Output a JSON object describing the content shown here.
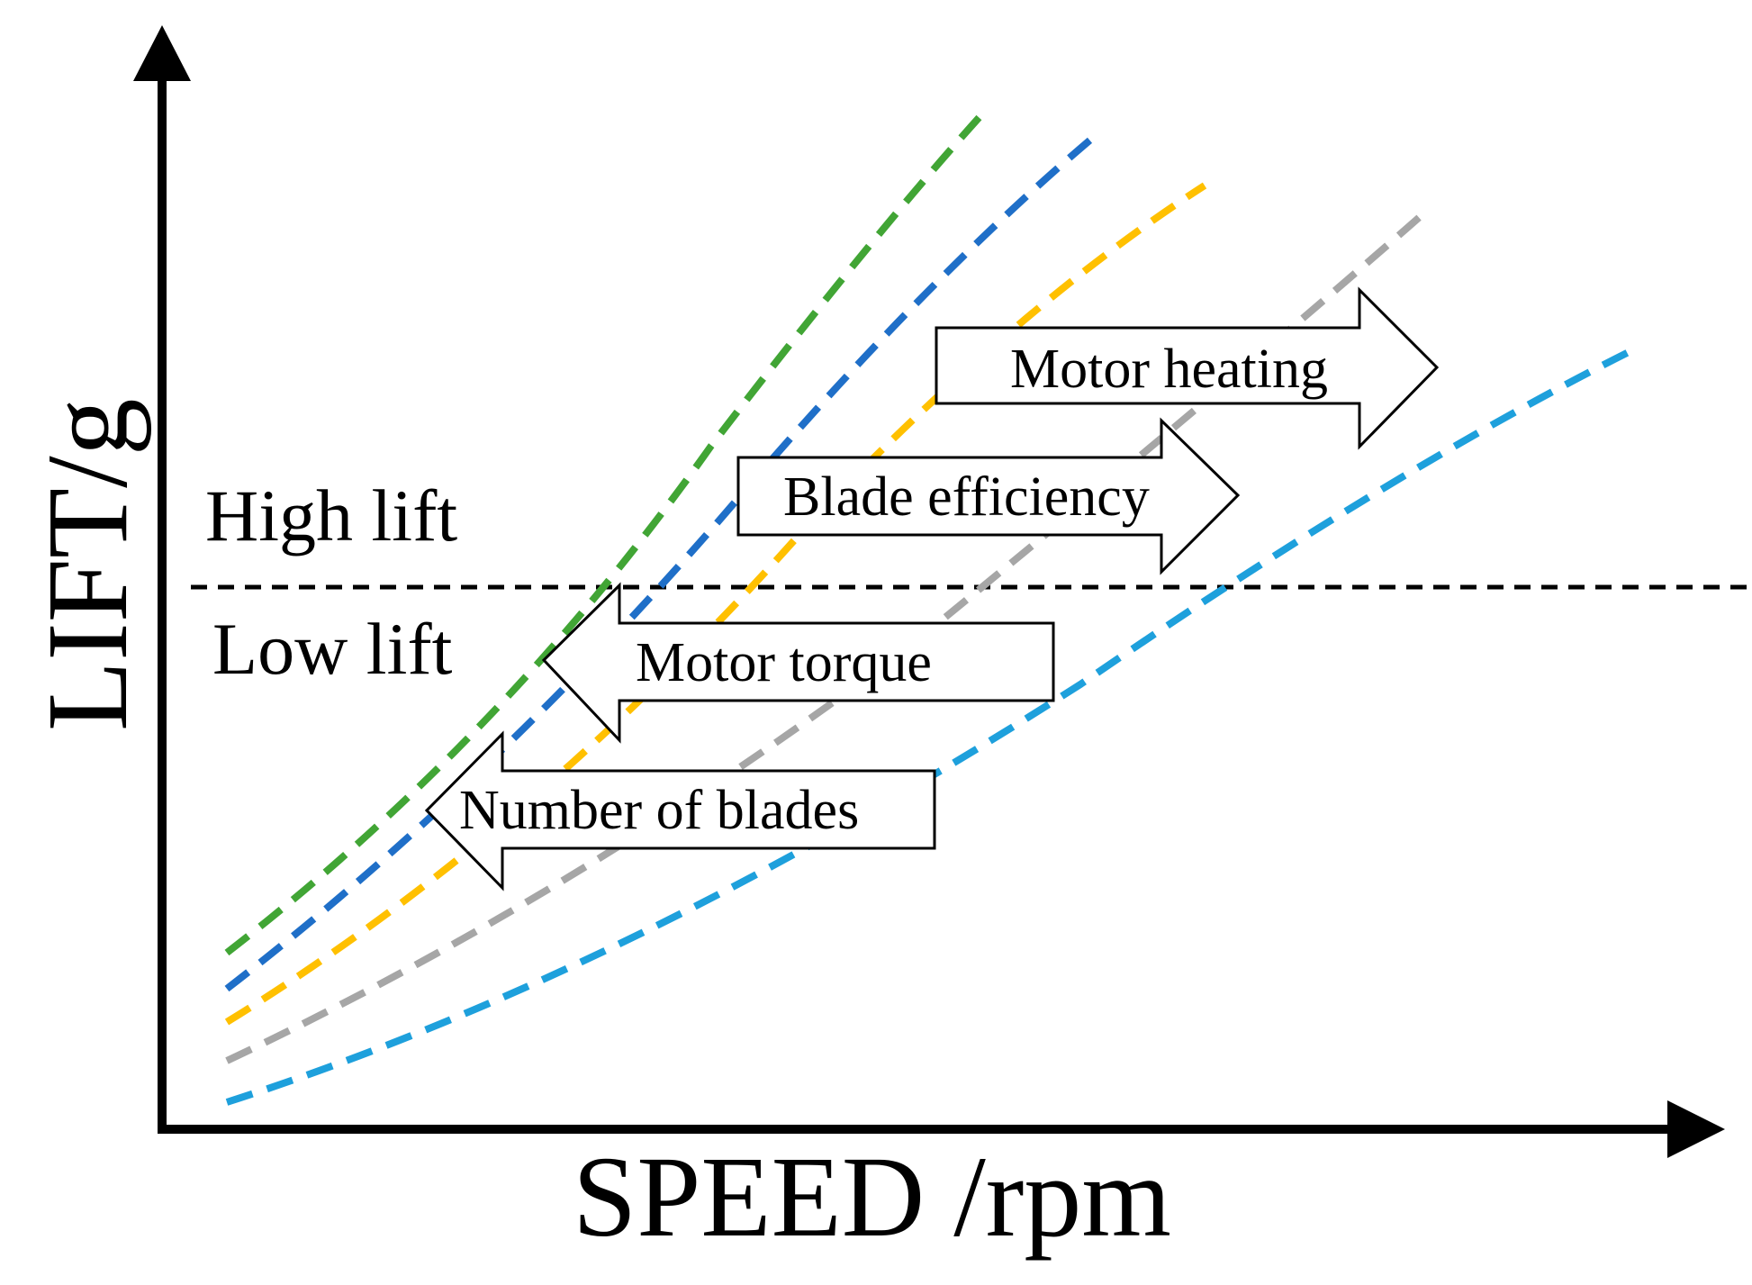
{
  "axes": {
    "x_label": "SPEED /rpm",
    "y_label": "LIFT/g"
  },
  "regions": {
    "upper": "High lift",
    "lower": "Low lift"
  },
  "factors": {
    "motor_heating": "Motor heating",
    "blade_efficiency": "Blade efficiency",
    "motor_torque": "Motor torque",
    "number_of_blades": "Number of blades"
  },
  "curve_colors": [
    "#41a535",
    "#1f6fc8",
    "#ffc000",
    "#a6a6a6",
    "#1ea0dc"
  ],
  "threshold_line": {
    "style": "dashed",
    "color": "#000000"
  }
}
